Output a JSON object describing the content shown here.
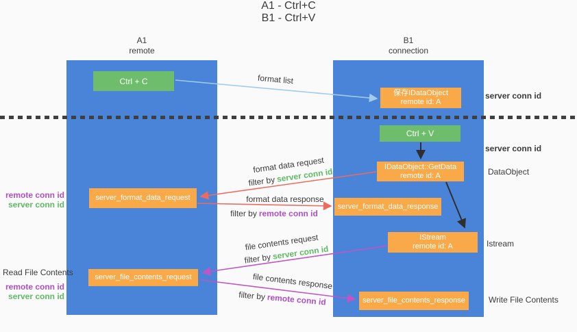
{
  "title": {
    "line1": "A1 - Ctrl+C",
    "line2": "B1 - Ctrl+V"
  },
  "columns": {
    "a1": {
      "name": "A1",
      "subtitle": "remote"
    },
    "b1": {
      "name": "B1",
      "subtitle": "connection"
    }
  },
  "nodes": {
    "ctrl_c": {
      "label": "Ctrl + C"
    },
    "ctrl_v": {
      "label": "Ctrl + V"
    },
    "save_idataobject": {
      "line1": "保存IDataObject",
      "line2": "remote id: A"
    },
    "getdata": {
      "line1": "IDataObject::GetData",
      "line2": "remote id: A"
    },
    "istream": {
      "line1": "IStream",
      "line2": "remote id: A"
    },
    "server_format_data_request": {
      "label": "server_format_data_request"
    },
    "server_format_data_response": {
      "label": "server_format_data_response"
    },
    "server_file_contents_request": {
      "label": "server_file_contents_request"
    },
    "server_file_contents_response": {
      "label": "server_file_contents_response"
    }
  },
  "arrow_labels": {
    "format_list": "format list",
    "format_data_request": "format data request",
    "format_data_response": "format data response",
    "file_contents_request": "file contents request",
    "file_contents_response": "file contents response",
    "filter_by": "filter by",
    "server_conn_id": "server conn id",
    "remote_conn_id": "remote conn id"
  },
  "right_labels": {
    "server_conn_id_top": "server conn id",
    "server_conn_id_mid": "server conn id",
    "dataobject": "DataObject",
    "istream": "Istream",
    "write_file_contents": "Write File Contents"
  },
  "left_labels": {
    "format_group": {
      "remote": "remote conn id",
      "server": "server conn id"
    },
    "file_group": {
      "title": "Read File Contents",
      "remote": "remote conn id",
      "server": "server conn id"
    }
  },
  "colors": {
    "background": "#fafafa",
    "column_blue": "#4a84d9",
    "node_green": "#6dbd6d",
    "node_orange": "#f9a947",
    "arrow_light_blue": "#a3cbee",
    "arrow_salmon": "#ed6a5f",
    "arrow_magenta": "#c055c5",
    "arrow_black": "#2f2f2f",
    "separator_dark": "#3f3f3f",
    "text_dark": "#3a3a3a",
    "text_green": "#5dbb63",
    "text_purple": "#b04fc6"
  }
}
